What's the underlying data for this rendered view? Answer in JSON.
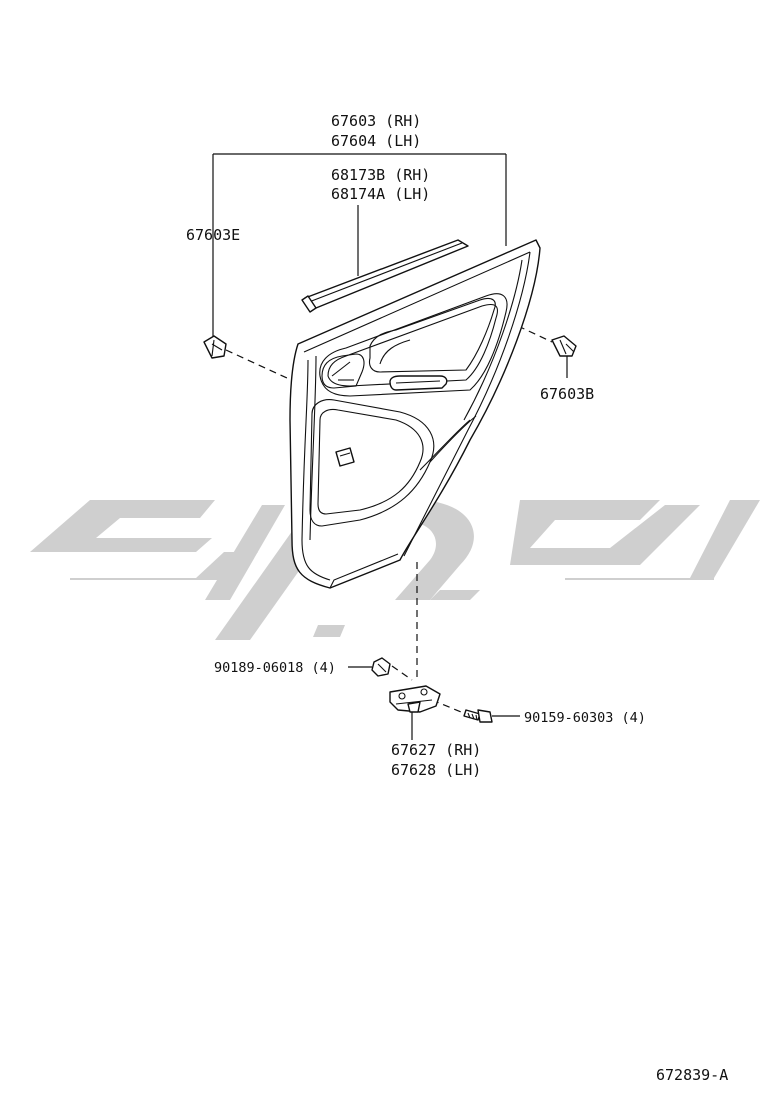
{
  "labels": {
    "trim_board_rh": "67603 (RH)",
    "trim_board_lh": "67604 (LH)",
    "weatherstrip_rh": "68173B (RH)",
    "weatherstrip_lh": "68174A (LH)",
    "clip_e": "67603E",
    "clip_b": "67603B",
    "nut": "90189-06018 (4)",
    "screw": "90159-60303 (4)",
    "bracket_rh": "67627 (RH)",
    "bracket_lh": "67628 (LH)",
    "diagram_id": "672839-A"
  },
  "watermark": {
    "color": "#cfcfcf"
  },
  "colors": {
    "line": "#111111",
    "background": "#ffffff"
  }
}
